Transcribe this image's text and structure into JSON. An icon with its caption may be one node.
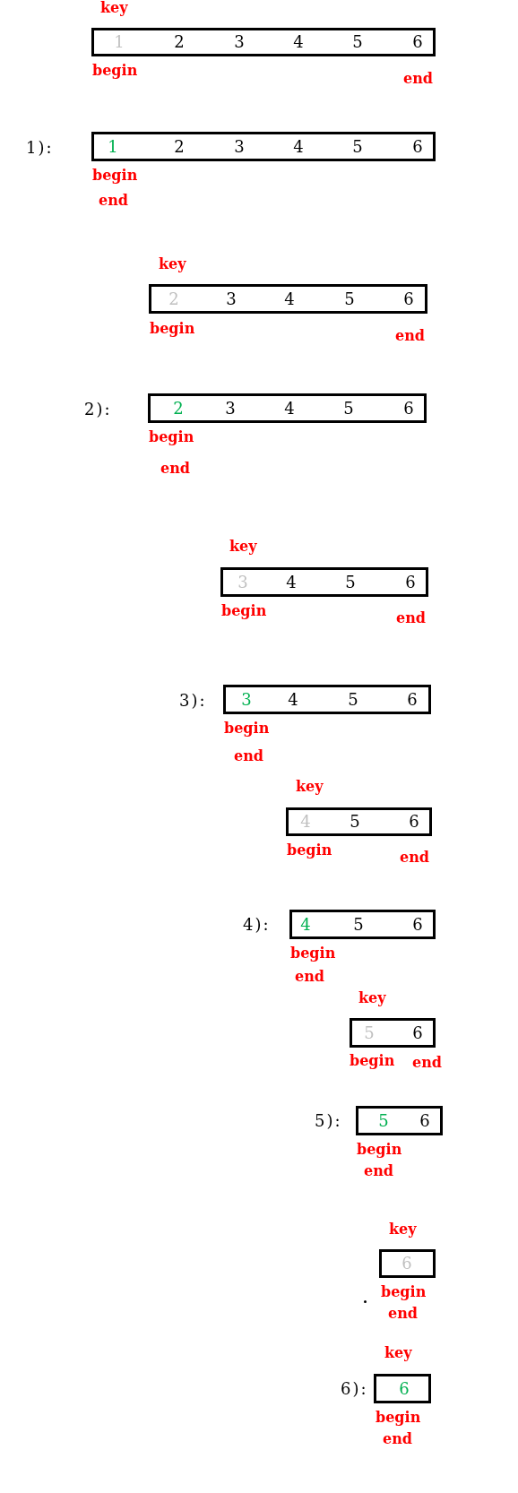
{
  "diagram": {
    "nodes": [
      {
        "text": [
          "1",
          "2",
          "3",
          "4",
          "5",
          "6"
        ],
        "beside": [
          "key",
          "begin",
          "end"
        ]
      },
      {
        "text": [
          "1",
          "2",
          "3",
          "4",
          "5",
          "6"
        ],
        "beside": [
          "1):",
          "begin",
          "end"
        ]
      },
      {
        "text": [
          "2",
          "3",
          "4",
          "5",
          "6"
        ],
        "beside": [
          "key",
          "begin",
          "end"
        ]
      },
      {
        "text": [
          "2",
          "3",
          "4",
          "5",
          "6"
        ],
        "beside": [
          "2):",
          "begin",
          "end"
        ]
      },
      {
        "text": [
          "3",
          "4",
          "5",
          "6"
        ],
        "beside": [
          "key",
          "begin",
          "end"
        ]
      },
      {
        "text": [
          "3",
          "4",
          "5",
          "6"
        ],
        "beside": [
          "3):",
          "begin",
          "end"
        ]
      },
      {
        "text": [
          "4",
          "5",
          "6"
        ],
        "beside": [
          "key",
          "begin",
          "end"
        ]
      },
      {
        "text": [
          "4",
          "5",
          "6"
        ],
        "beside": [
          "4):",
          "begin",
          "end"
        ]
      },
      {
        "text": [
          "5",
          "6"
        ],
        "beside": [
          "key",
          "begin",
          "end"
        ]
      },
      {
        "text": [
          "5",
          "6"
        ],
        "beside": [
          "5):",
          "begin",
          "end"
        ]
      },
      {
        "text": [
          "6"
        ],
        "beside": [
          "key",
          "begin",
          "end"
        ]
      },
      {
        "text": [
          "6"
        ],
        "beside": [
          "key",
          "6):",
          "begin",
          "end"
        ]
      }
    ]
  }
}
